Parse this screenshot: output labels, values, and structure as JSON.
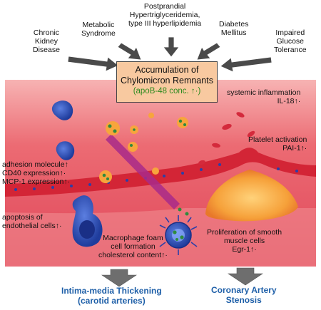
{
  "causes": [
    {
      "id": "ckd",
      "text": "Chronic\nKidney\nDisease"
    },
    {
      "id": "metabolic",
      "text": "Metabolic\nSyndrome"
    },
    {
      "id": "postprandial",
      "text": "Postprandial\nHypertriglyceridemia,\ntype III hyperlipidemia"
    },
    {
      "id": "diabetes",
      "text": "Diabetes\nMellitus"
    },
    {
      "id": "igt",
      "text": "Impaired\nGlucose\nTolerance"
    }
  ],
  "center": {
    "title_line1": "Accumulation of",
    "title_line2": "Chylomicron Remnants",
    "subtitle": "(apoB-48 conc. ↑·)"
  },
  "left_labels": {
    "adhesion": "adhesion molecule↑\nCD40 expression↑·\nMCP-1 expression↑·",
    "apoptosis": "apoptosis of\nendothelial cells↑·"
  },
  "right_labels": {
    "inflammation": "systemic inflammation\nIL-18↑·",
    "platelet": "Platelet activation\nPAI-1↑·",
    "proliferation": "Proliferation of smooth\nmuscle cells\nEgr-1↑·"
  },
  "macrophage_label": "Macrophage foam\ncell formation\ncholesterol content↑·",
  "outcomes": {
    "imt": "Intima-media Thickening\n(carotid arteries)",
    "cas": "Coronary Artery\nStenosis"
  },
  "colors": {
    "vessel": "#e8545c",
    "vessel_light": "#f4a0a0",
    "band": "#d8283a",
    "plaque": "#f5a623",
    "cell_blue": "#3050b8",
    "outcome_text": "#1e5fa8",
    "arrow_gray": "#777777"
  }
}
